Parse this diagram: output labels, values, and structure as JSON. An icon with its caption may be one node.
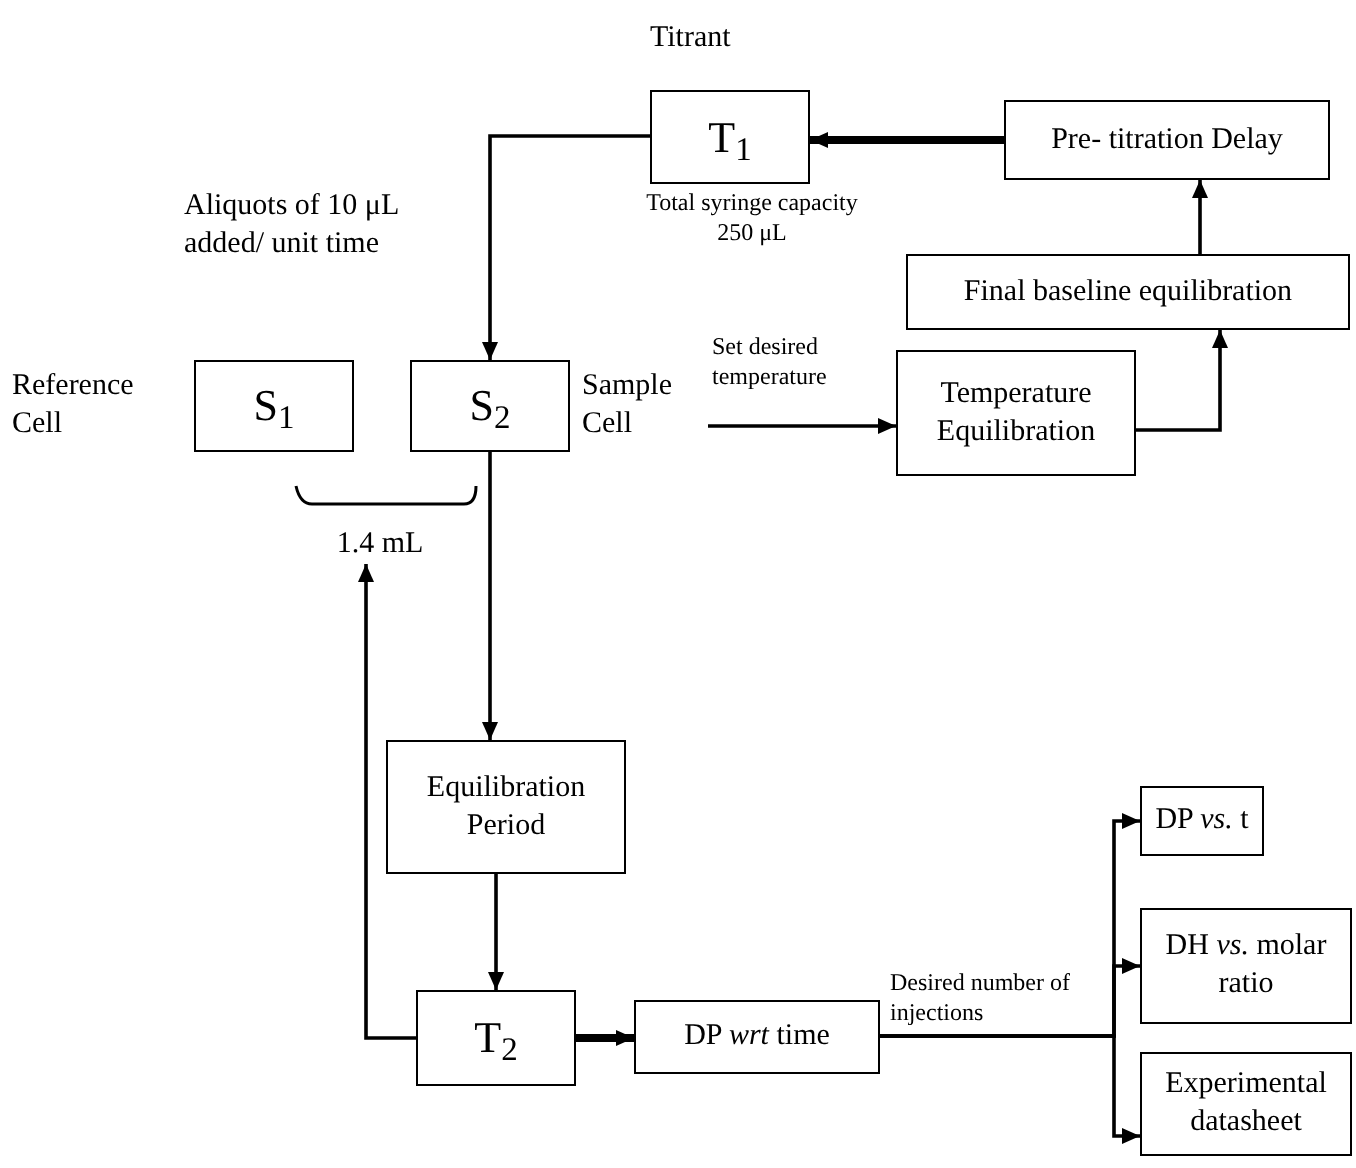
{
  "diagram": {
    "nodes": [
      {
        "text": [
          "T$_{1}$"
        ],
        "beside": [
          "Titrant",
          "Total syringe capacity 250 μL"
        ]
      },
      {
        "text": [
          "Pre- titration Delay"
        ]
      },
      {
        "text": [
          "Final baseline equilibration"
        ]
      },
      {
        "text": [
          "S$_{1}$"
        ],
        "beside": [
          "Reference Cell"
        ]
      },
      {
        "text": [
          "S$_{2}$"
        ],
        "beside": [
          "Sample Cell"
        ]
      },
      {
        "text": [
          "Temperature Equilibration"
        ]
      },
      {
        "text": [
          "1.4 mL"
        ]
      },
      {
        "text": [
          "Equilibration Period"
        ]
      },
      {
        "text": [
          "T$_{2}$"
        ]
      },
      {
        "text": [
          "DP *wrt* time"
        ]
      },
      {
        "text": [
          "DP *vs.* t"
        ]
      },
      {
        "text": [
          "DH *vs.* molar ratio"
        ]
      },
      {
        "text": [
          "Experimental datasheet"
        ]
      }
    ],
    "edges": [
      {
        "from": 0,
        "to": 4,
        "arrow": "to",
        "label": "Aliquots of 10 μL added/ unit time"
      },
      {
        "from": 1,
        "to": 0,
        "arrow": "to",
        "style": "thick"
      },
      {
        "from": 2,
        "to": 1,
        "arrow": "to"
      },
      {
        "from": 4,
        "to": 5,
        "arrow": "to",
        "label": "Set desired temperature"
      },
      {
        "from": 5,
        "to": 2,
        "arrow": "to"
      },
      {
        "from": 4,
        "to": 7,
        "arrow": "to"
      },
      {
        "from": 7,
        "to": 8,
        "arrow": "to"
      },
      {
        "from": 8,
        "to": 6,
        "arrow": "to"
      },
      {
        "from": 8,
        "to": 9,
        "arrow": "to",
        "style": "thick"
      },
      {
        "from": 9,
        "to": 10,
        "arrow": "to",
        "label": "Desired number of injections"
      },
      {
        "from": 9,
        "to": 11,
        "arrow": "to"
      },
      {
        "from": 9,
        "to": 12,
        "arrow": "to"
      }
    ]
  }
}
